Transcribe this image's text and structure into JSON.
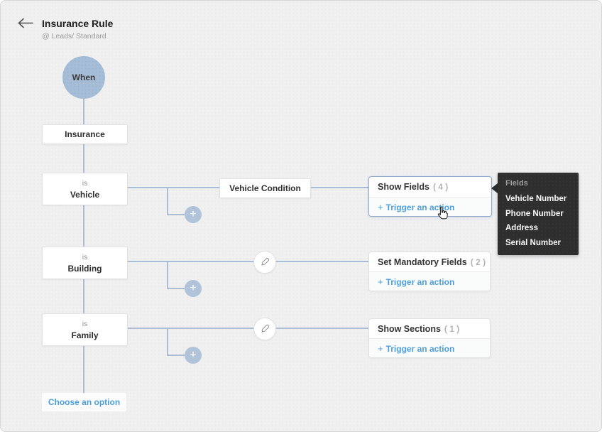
{
  "header": {
    "title": "Insurance Rule",
    "subtitle": "@ Leads/ Standard"
  },
  "flow": {
    "when_label": "When",
    "root_field": "Insurance",
    "plus_icon": "+",
    "trigger_plus": "+",
    "choose_option_label": "Choose an option",
    "branches": [
      {
        "condition_prefix": "is",
        "condition_value": "Vehicle",
        "middle_node": "Vehicle Condition",
        "action_title": "Show Fields",
        "action_count": "( 4 )",
        "trigger_label": "Trigger an action"
      },
      {
        "condition_prefix": "is",
        "condition_value": "Building",
        "action_title": "Set Mandatory Fields",
        "action_count": "( 2 )",
        "trigger_label": "Trigger an action"
      },
      {
        "condition_prefix": "is",
        "condition_value": "Family",
        "action_title": "Show Sections",
        "action_count": "( 1 )",
        "trigger_label": "Trigger an action"
      }
    ]
  },
  "tooltip": {
    "title": "Fields",
    "items": [
      "Vehicle Number",
      "Phone Number",
      "Address",
      "Serial Number"
    ]
  },
  "colors": {
    "accent_blue": "#4c9fdc",
    "connector": "#aabdd4",
    "when_node_fill": "#a6bdd8",
    "plus_circle_fill": "#b1c3d9",
    "highlight_border": "#8fa8c9",
    "tooltip_bg": "#2e2e2e",
    "canvas_bg": "#f0f0f1"
  }
}
